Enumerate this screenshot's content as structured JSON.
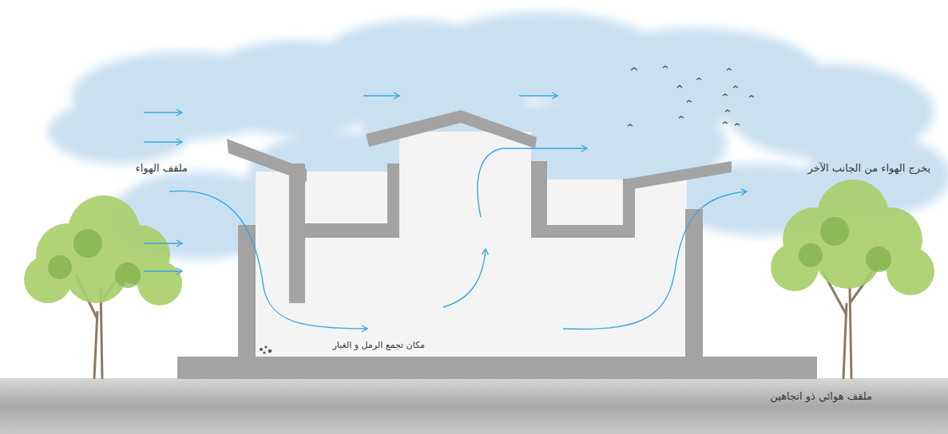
{
  "diagram": {
    "labels": [
      "ملقف الهواء",
      "يخرج الهواء من الجانب الآخر",
      "مكان تجمع الرمل و الغبار",
      "ملقف هوائي ذو اتجاهين"
    ]
  }
}
